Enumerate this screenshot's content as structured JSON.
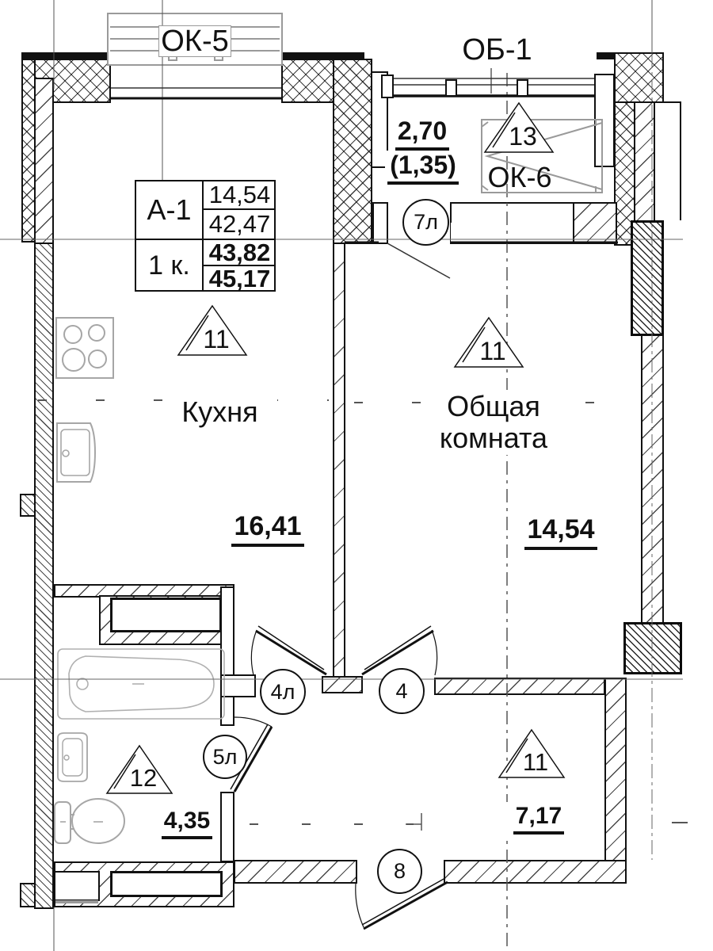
{
  "labels": {
    "ok5": "ОК-5",
    "ob1": "ОБ-1",
    "ok6": "ОК-6"
  },
  "info_table": {
    "type": "А-1",
    "rooms": "1 к.",
    "values": [
      "14,54",
      "42,47",
      "43,82",
      "45,17"
    ]
  },
  "balcony": {
    "area": "2,70",
    "area_reduced": "(1,35)",
    "mark": "13"
  },
  "rooms": {
    "kitchen": {
      "name": "Кухня",
      "area": "16,41",
      "mark": "11"
    },
    "living": {
      "name_line1": "Общая",
      "name_line2": "комната",
      "area": "14,54",
      "mark": "11"
    },
    "bathroom": {
      "area": "4,35",
      "mark": "12"
    },
    "hall": {
      "area": "7,17",
      "mark": "11"
    }
  },
  "doors": {
    "balcony": "7л",
    "kitchen": "4л",
    "living": "4",
    "bathroom": "5л",
    "entry": "8"
  },
  "colors": {
    "ink": "#111111",
    "fixture_gray": "#a6a6a6",
    "frame_gray": "#9a9a9a"
  }
}
